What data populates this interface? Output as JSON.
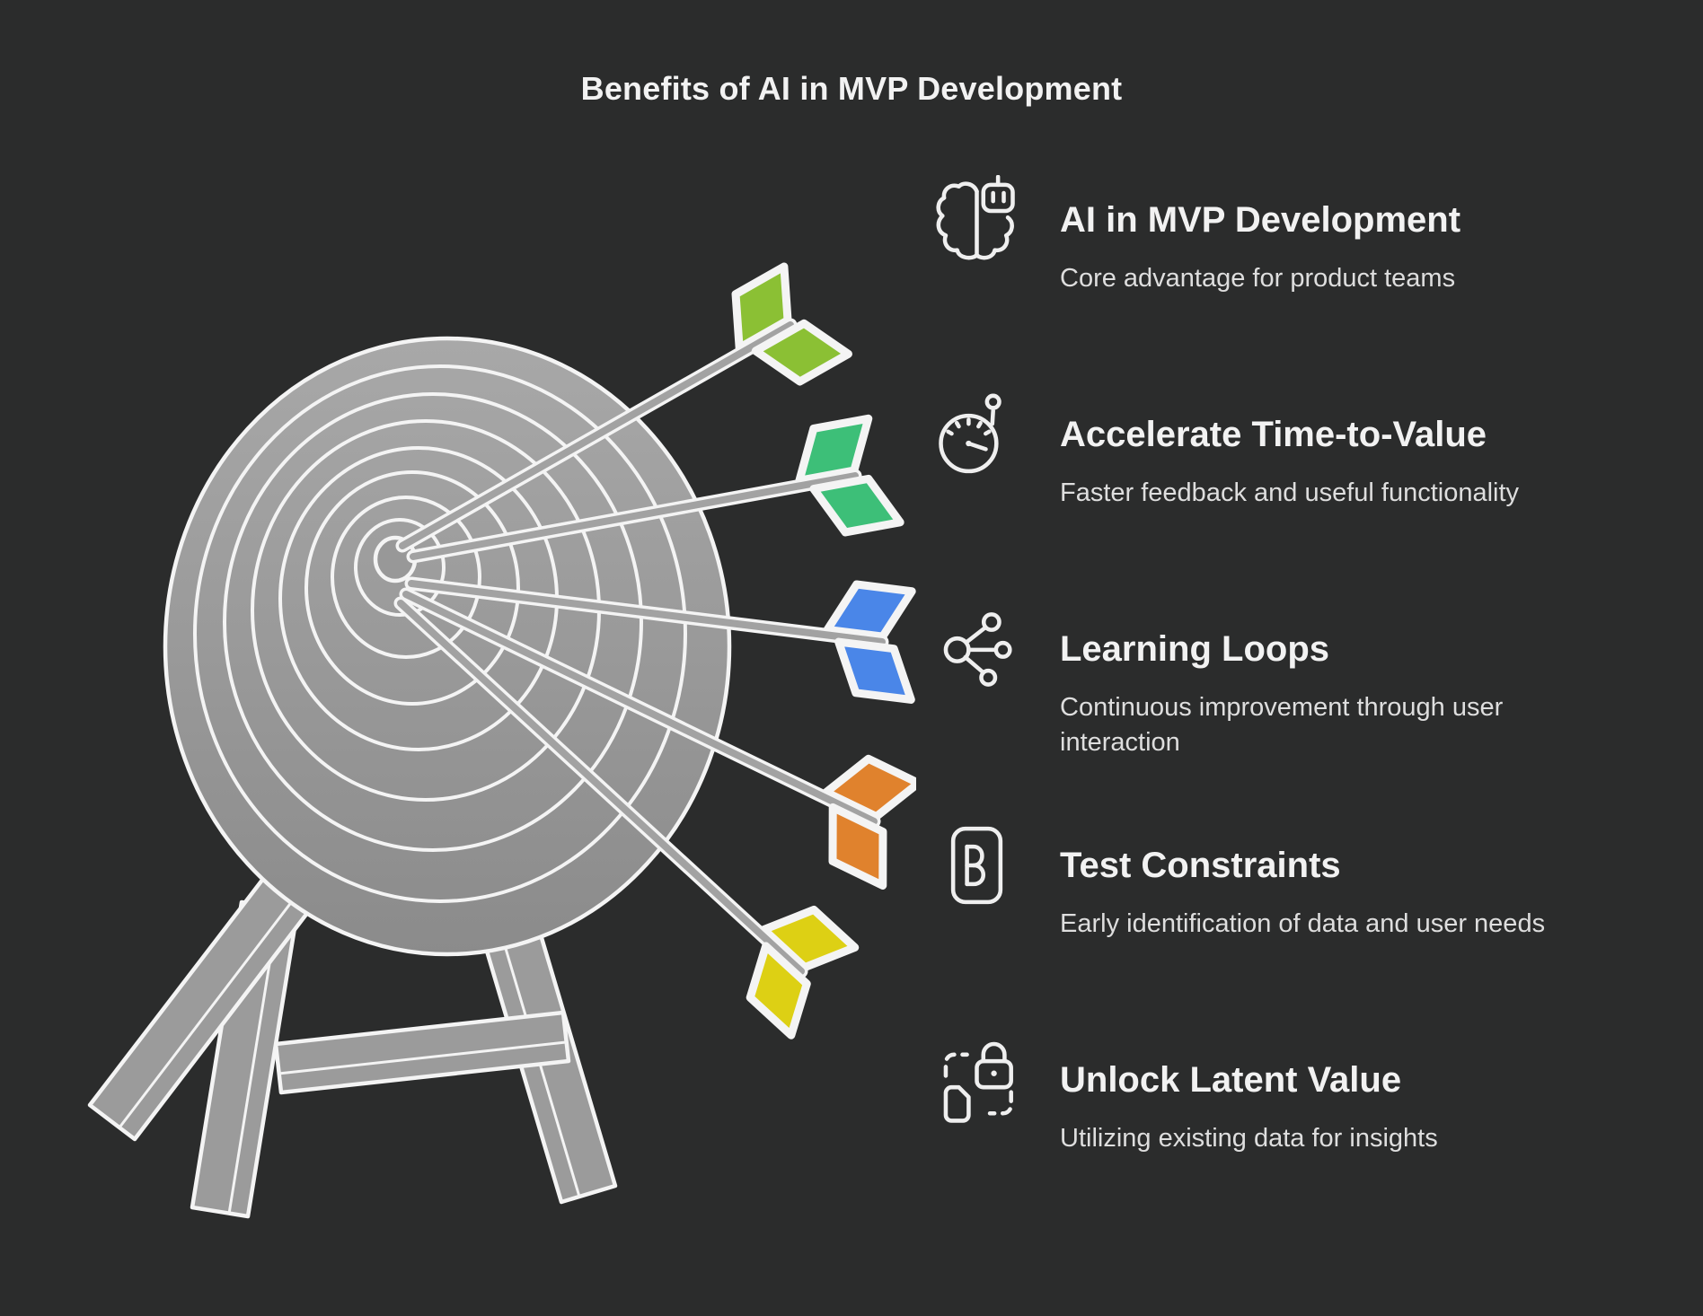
{
  "title": "Benefits of AI in MVP Development",
  "items": [
    {
      "icon": "ai-brain-icon",
      "heading": "AI in MVP Development",
      "description": "Core advantage for product teams"
    },
    {
      "icon": "speedometer-icon",
      "heading": "Accelerate Time-to-Value",
      "description": "Faster feedback and useful functionality"
    },
    {
      "icon": "network-nodes-icon",
      "heading": "Learning Loops",
      "description": "Continuous improvement through user interaction"
    },
    {
      "icon": "letter-b-badge-icon",
      "heading": "Test Constraints",
      "description": "Early identification of data and user needs"
    },
    {
      "icon": "unlock-data-icon",
      "heading": "Unlock Latent Value",
      "description": "Utilizing existing data for insights"
    }
  ],
  "illustration": {
    "name": "archery-target-with-five-arrows",
    "arrow_colors": {
      "green": "#8bc034",
      "emerald": "#3dbf78",
      "blue": "#4a86e8",
      "orange": "#e0822d",
      "yellow": "#ddd014"
    },
    "target_color": "#9b9b9b",
    "outline_color": "#f4f4f4"
  },
  "colors": {
    "background": "#2b2c2c",
    "heading_text": "#f2f2f2",
    "description_text": "#dedede"
  }
}
